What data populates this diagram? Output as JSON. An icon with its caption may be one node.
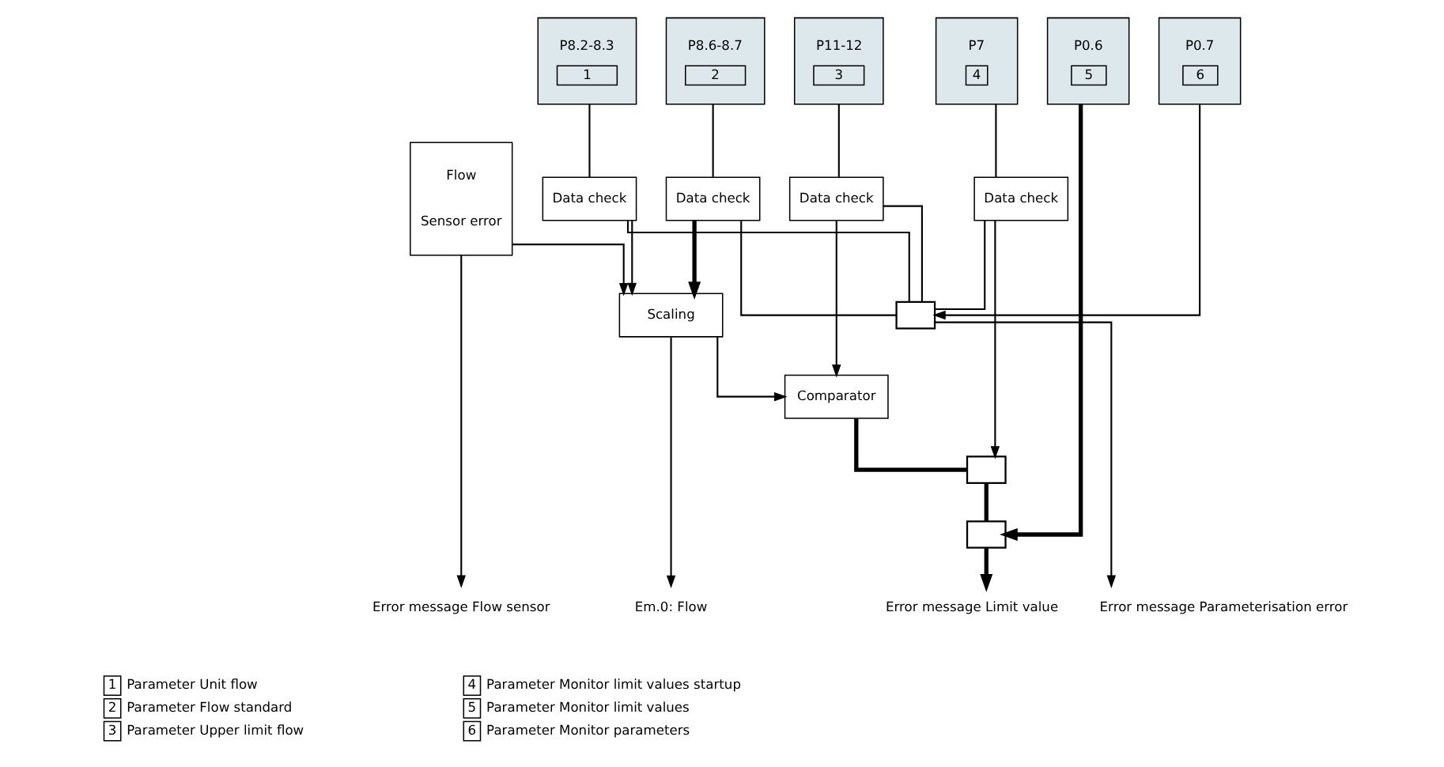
{
  "diagram": {
    "nodes": [
      {
        "text": [
          "P8.2-8.3",
          "1"
        ]
      },
      {
        "text": [
          "P8.6-8.7",
          "2"
        ]
      },
      {
        "text": [
          "P11-12",
          "3"
        ]
      },
      {
        "text": [
          "P7",
          "4"
        ]
      },
      {
        "text": [
          "P0.6",
          "5"
        ]
      },
      {
        "text": [
          "P0.7",
          "6"
        ]
      },
      {
        "text": [
          "Data check"
        ]
      },
      {
        "text": [
          "Data check"
        ]
      },
      {
        "text": [
          "Data check"
        ]
      },
      {
        "text": [
          "Data check"
        ]
      },
      {
        "text": [
          "Flow",
          "Sensor error"
        ]
      },
      {
        "text": [
          "Scaling"
        ]
      },
      {
        "text": [
          "Comparator"
        ]
      },
      {
        "text": [],
        "shape": "box"
      },
      {
        "text": [],
        "shape": "box"
      },
      {
        "text": [],
        "shape": "box"
      },
      {
        "text": [
          "Error message Parameterisation error"
        ]
      },
      {
        "text": [
          "Em.0: Flow"
        ]
      },
      {
        "text": [
          "Error message Limit value"
        ]
      },
      {
        "text": [
          "Error message Flow sensor"
        ]
      }
    ],
    "edges": [
      {
        "from": 0,
        "to": 6,
        "arrow": "none"
      },
      {
        "from": 1,
        "to": 7,
        "arrow": "none"
      },
      {
        "from": 2,
        "to": 8,
        "arrow": "none"
      },
      {
        "from": 3,
        "to": 9,
        "arrow": "none"
      },
      {
        "from": 4,
        "to": 14,
        "arrow": "to",
        "style": "thick"
      },
      {
        "from": 5,
        "to": 15,
        "arrow": "to"
      },
      {
        "from": 6,
        "to": 11,
        "arrow": "to"
      },
      {
        "from": 7,
        "to": 11,
        "arrow": "to",
        "style": "thick"
      },
      {
        "from": 8,
        "to": 12,
        "arrow": "to"
      },
      {
        "from": 9,
        "to": 13,
        "arrow": "to"
      },
      {
        "from": 6,
        "to": 15,
        "arrow": "none"
      },
      {
        "from": 7,
        "to": 15,
        "arrow": "none"
      },
      {
        "from": 8,
        "to": 15,
        "arrow": "none"
      },
      {
        "from": 9,
        "to": 15,
        "arrow": "none"
      },
      {
        "from": 15,
        "to": 16,
        "arrow": "to"
      },
      {
        "from": 10,
        "to": 11,
        "arrow": "to"
      },
      {
        "from": 11,
        "to": 17,
        "arrow": "to"
      },
      {
        "from": 11,
        "to": 12,
        "arrow": "to"
      },
      {
        "from": 12,
        "to": 13,
        "arrow": "none",
        "style": "thick"
      },
      {
        "from": 13,
        "to": 14,
        "arrow": "none",
        "style": "thick"
      },
      {
        "from": 14,
        "to": 18,
        "arrow": "to",
        "style": "thick"
      },
      {
        "from": 10,
        "to": 19,
        "arrow": "to"
      }
    ],
    "labels": [
      "1",
      "Parameter Unit flow",
      "4",
      "Parameter Monitor limit values startup",
      "2",
      "Parameter Flow standard",
      "5",
      "Parameter Monitor limit values",
      "3",
      "Parameter Upper limit flow",
      "6",
      "Parameter Monitor parameters"
    ]
  }
}
